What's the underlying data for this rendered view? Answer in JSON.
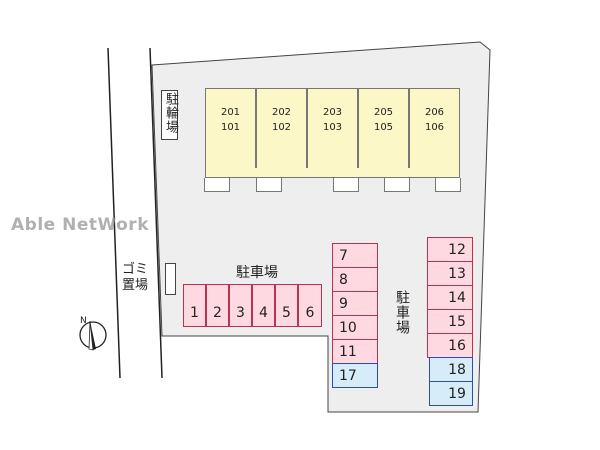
{
  "colors": {
    "lot_fill": "#ffd9e1",
    "lot_border": "#b8334c",
    "special_lot_fill": "#d6ecf8",
    "special_lot_border": "#2e4fa8",
    "building_fill": "#fbf7c6",
    "lot_ground": "#eeeeee"
  },
  "watermark": "Able NetWork",
  "labels": {
    "bicycle_parking": "駐輪場",
    "garbage_area": "ゴミ置場",
    "parking_top": "駐車場",
    "parking_right": "駐車場",
    "compass_letter": "N"
  },
  "building": {
    "units": [
      {
        "upper": "201",
        "lower": "101"
      },
      {
        "upper": "202",
        "lower": "102"
      },
      {
        "upper": "203",
        "lower": "103"
      },
      {
        "upper": "205",
        "lower": "105"
      },
      {
        "upper": "206",
        "lower": "106"
      }
    ]
  },
  "parking": {
    "bottom_row": [
      "1",
      "2",
      "3",
      "4",
      "5",
      "6"
    ],
    "middle_column": [
      "7",
      "8",
      "9",
      "10",
      "11",
      "17"
    ],
    "right_column": [
      "12",
      "13",
      "14",
      "15",
      "16",
      "18",
      "19"
    ]
  }
}
